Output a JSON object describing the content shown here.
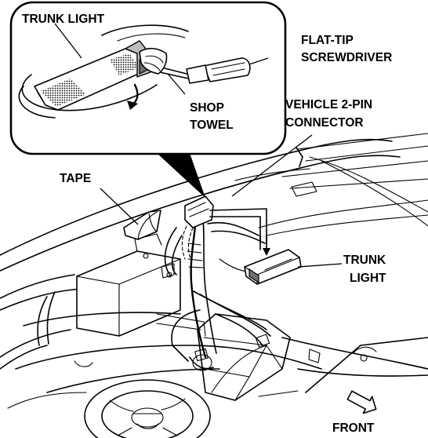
{
  "labels": {
    "inset_trunk_light": "TRUNK LIGHT",
    "flat_tip_line1": "FLAT-TIP",
    "flat_tip_line2": "SCREWDRIVER",
    "shop_towel_line1": "SHOP",
    "shop_towel_line2": "TOWEL",
    "connector_line1": "VEHICLE 2-PIN",
    "connector_line2": "CONNECTOR",
    "tape": "TAPE",
    "trunk_light_line1": "TRUNK",
    "trunk_light_line2": "LIGHT",
    "front": "FRONT"
  },
  "icons": {
    "front_arrow": "front-direction-arrow-icon"
  }
}
